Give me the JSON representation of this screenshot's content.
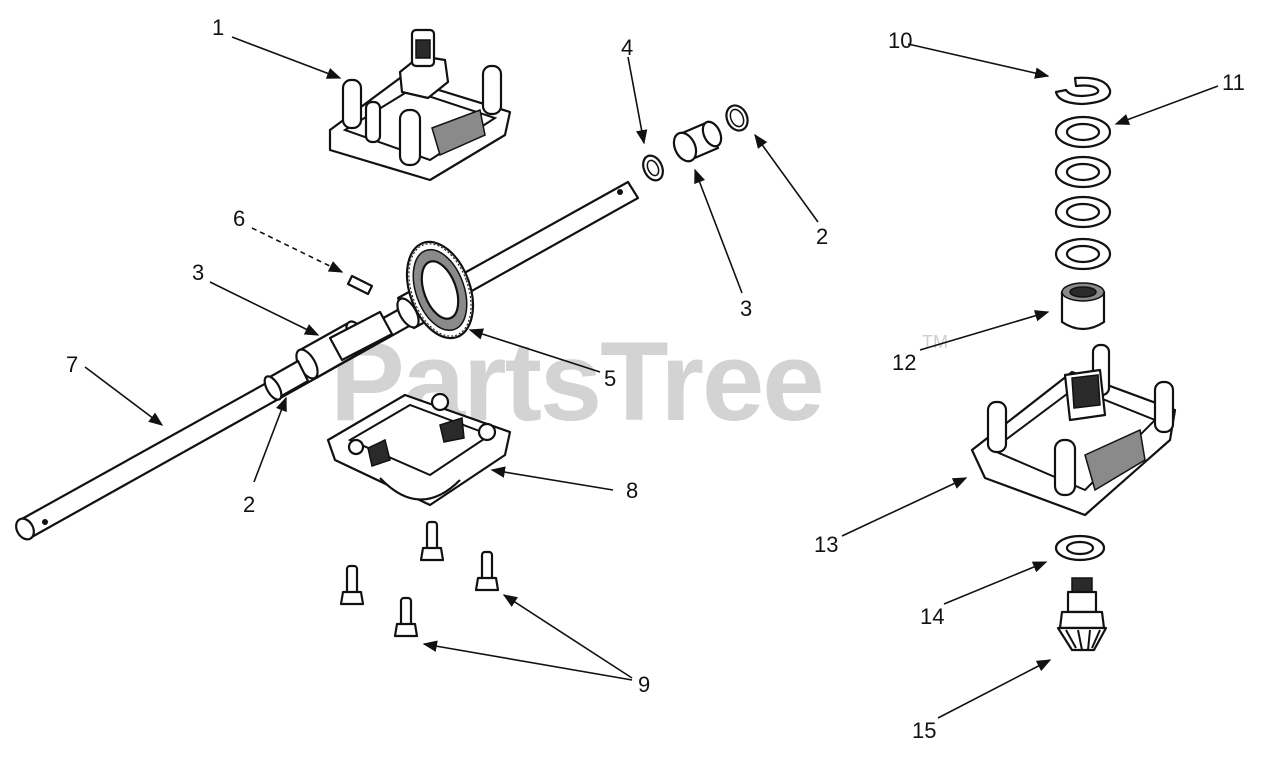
{
  "watermark": {
    "text": "PartsTree",
    "trademark": "TM",
    "color": "#d3d3d3"
  },
  "callouts": [
    {
      "id": "c1",
      "label": "1"
    },
    {
      "id": "c2a",
      "label": "2"
    },
    {
      "id": "c2b",
      "label": "2"
    },
    {
      "id": "c3a",
      "label": "3"
    },
    {
      "id": "c3b",
      "label": "3"
    },
    {
      "id": "c4",
      "label": "4"
    },
    {
      "id": "c5",
      "label": "5"
    },
    {
      "id": "c6",
      "label": "6"
    },
    {
      "id": "c7",
      "label": "7"
    },
    {
      "id": "c8",
      "label": "8"
    },
    {
      "id": "c9",
      "label": "9"
    },
    {
      "id": "c10",
      "label": "10"
    },
    {
      "id": "c11",
      "label": "11"
    },
    {
      "id": "c12",
      "label": "12"
    },
    {
      "id": "c13",
      "label": "13"
    },
    {
      "id": "c14",
      "label": "14"
    },
    {
      "id": "c15",
      "label": "15"
    }
  ]
}
